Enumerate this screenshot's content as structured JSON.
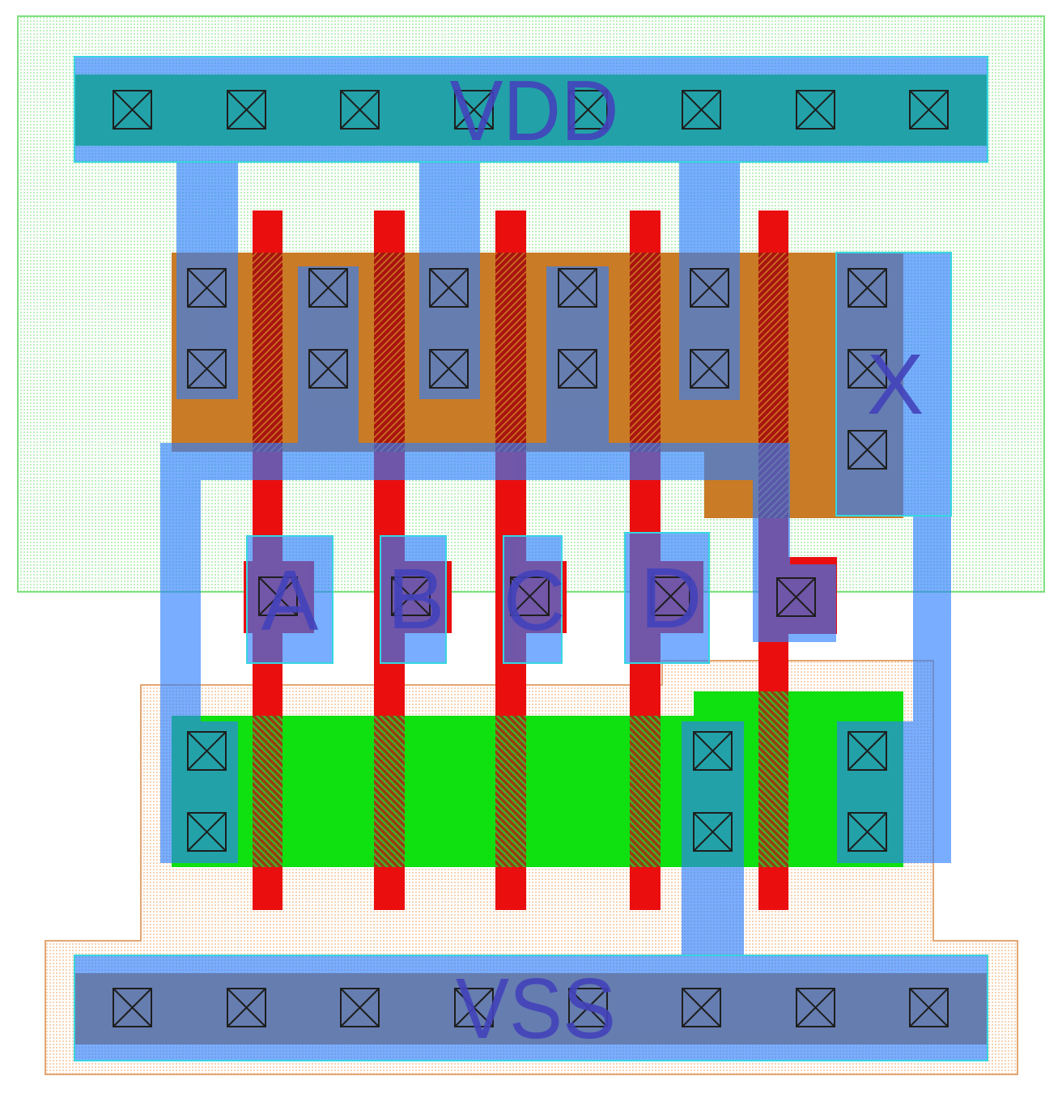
{
  "labels": {
    "vdd": "VDD",
    "vss": "VSS",
    "a": "A",
    "b": "B",
    "c": "C",
    "d": "D",
    "x": "X"
  },
  "colors": {
    "nwell_dots": "#8fe68f",
    "nwell_edge": "#7ee07e",
    "pselect_dots": "#f0b47e",
    "pselect_edge": "#e3a672",
    "pdiff": "#c97b25",
    "ndiff": "#0fe00f",
    "poly": "#ea0e0e",
    "hatch_p_base": "#a8150f",
    "hatch_p_stripe": "#d07424",
    "hatch_n_base": "#9b3b12",
    "hatch_n_stripe": "#3fb52a",
    "metal1": "#2d7fff",
    "pin_outline": "#36d6e0",
    "contact": "#1e1e1e",
    "label": "#4343bb"
  }
}
